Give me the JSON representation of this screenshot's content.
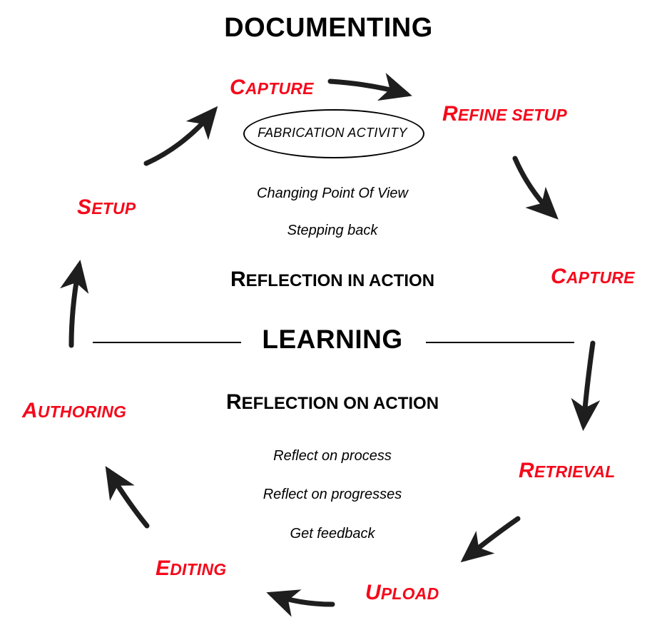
{
  "diagram": {
    "title": "DOCUMENTING",
    "center_word": "LEARNING",
    "accent_color": "#f5091b",
    "text_color": "#000000",
    "background_color": "#ffffff",
    "ellipse_label": "FABRICATION ACTIVITY",
    "sections": {
      "reflection_in_action": {
        "cap": "R",
        "rest": "EFLECTION IN ACTION",
        "full": "Reflection in action"
      },
      "reflection_on_action": {
        "cap": "R",
        "rest": "EFLECTION ON ACTION",
        "full": "Reflection on action"
      }
    },
    "notes_upper": [
      "Changing Point Of View",
      "Stepping back"
    ],
    "notes_lower": [
      "Reflect on process",
      "Reflect on progresses",
      "Get feedback"
    ],
    "phases": [
      {
        "cap": "C",
        "rest": "APTURE",
        "full": "Capture",
        "position": "top-left"
      },
      {
        "cap": "R",
        "rest": "EFINE SETUP",
        "full": "Refine setup",
        "position": "top-right"
      },
      {
        "cap": "C",
        "rest": "APTURE",
        "full": "Capture",
        "position": "right"
      },
      {
        "cap": "R",
        "rest": "ETRIEVAL",
        "full": "Retrieval",
        "position": "lower-right"
      },
      {
        "cap": "U",
        "rest": "PLOAD",
        "full": "Upload",
        "position": "bottom-right"
      },
      {
        "cap": "E",
        "rest": "DITING",
        "full": "Editing",
        "position": "bottom-left"
      },
      {
        "cap": "A",
        "rest": "UTHORING",
        "full": "Authoring",
        "position": "left-lower"
      },
      {
        "cap": "S",
        "rest": "ETUP",
        "full": "Setup",
        "position": "left-upper"
      }
    ],
    "arrows": [
      {
        "name": "setup-to-capture",
        "direction": "up-right"
      },
      {
        "name": "capture-to-refine-setup",
        "direction": "right"
      },
      {
        "name": "refine-setup-to-capture",
        "direction": "down-right"
      },
      {
        "name": "capture-to-retrieval",
        "direction": "down"
      },
      {
        "name": "retrieval-to-upload",
        "direction": "down-left"
      },
      {
        "name": "upload-to-editing",
        "direction": "left"
      },
      {
        "name": "editing-to-authoring",
        "direction": "up-left"
      },
      {
        "name": "authoring-to-setup",
        "direction": "up"
      }
    ]
  }
}
